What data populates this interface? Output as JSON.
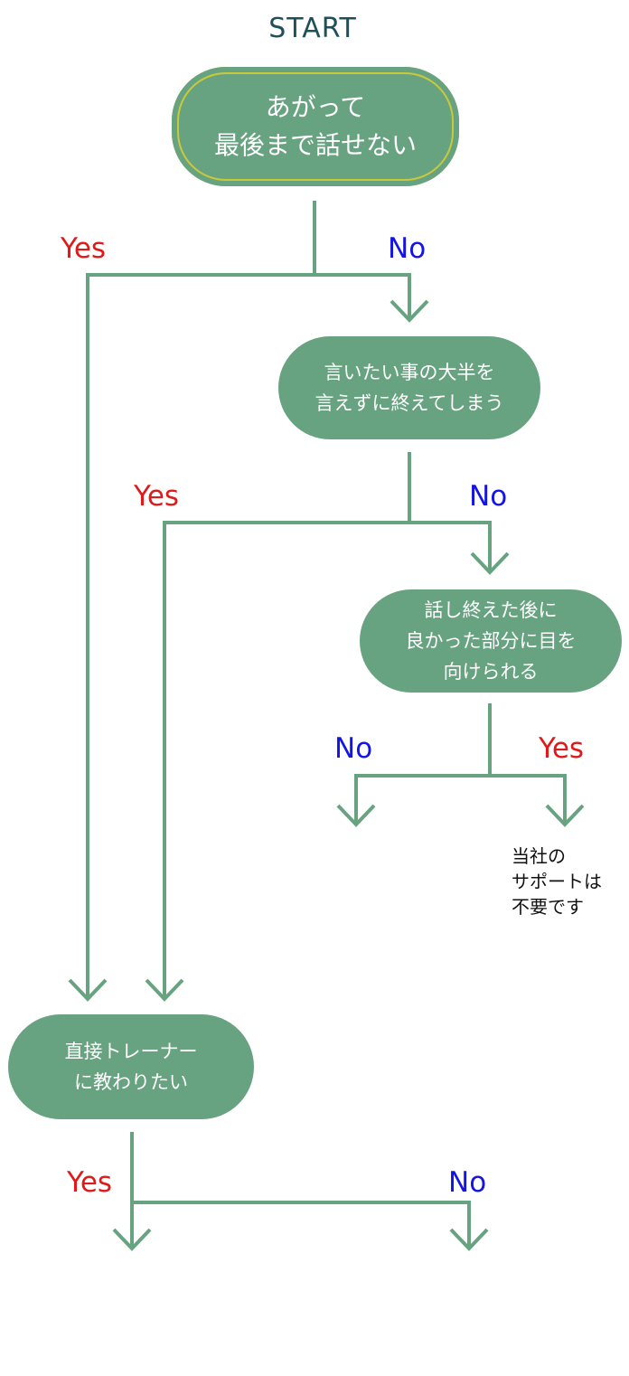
{
  "start_label": "START",
  "nodes": {
    "q1": "あがって\n最後まで話せない",
    "q2": "言いたい事の大半を\n言えずに終えてしまう",
    "q3": "話し終えた後に\n良かった部分に目を\n向けられる",
    "q4": "直接トレーナー\nに教わりたい"
  },
  "branches": {
    "q1_yes": "Yes",
    "q1_no": "No",
    "q2_yes": "Yes",
    "q2_no": "No",
    "q3_no": "No",
    "q3_yes": "Yes",
    "q4_yes": "Yes",
    "q4_no": "No"
  },
  "result_note": "当社の\nサポートは\n不要です",
  "colors": {
    "node_fill": "#68a381",
    "line": "#68a381",
    "yes": "#e01a1a",
    "no": "#1414e6",
    "start_text": "#1f5059",
    "node_border": "#c9c93a"
  }
}
